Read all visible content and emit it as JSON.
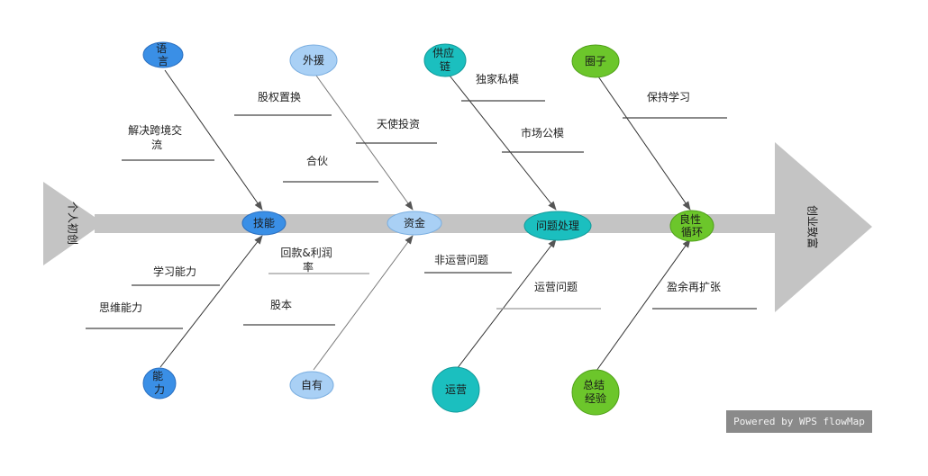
{
  "diagram": {
    "type": "fishbone",
    "colors": {
      "spine": "#c4c4c4",
      "blue": "#3a8fe6",
      "light_blue": "#a9d0f5",
      "teal": "#1bbfbf",
      "green": "#6cc62b"
    },
    "tail_label": "个人初创",
    "head_label": "创业致富",
    "spine_nodes": [
      {
        "id": "jineng",
        "label": "技能"
      },
      {
        "id": "zijin",
        "label": "资金"
      },
      {
        "id": "wenti",
        "label": "问题处理"
      },
      {
        "id": "xunhuan",
        "label": "良性循环"
      }
    ],
    "branch_nodes": [
      {
        "id": "yuyan",
        "label": "语言"
      },
      {
        "id": "nengli",
        "label": "能力"
      },
      {
        "id": "waiyuan",
        "label": "外援"
      },
      {
        "id": "ziyou",
        "label": "自有"
      },
      {
        "id": "gongying",
        "label": "供应链"
      },
      {
        "id": "yunying",
        "label": "运营"
      },
      {
        "id": "quanzi",
        "label": "圈子"
      },
      {
        "id": "zongjie",
        "label": "总结经验"
      }
    ],
    "factors": [
      {
        "id": "jiejue",
        "label": "解决跨境交流"
      },
      {
        "id": "xuexi",
        "label": "学习能力"
      },
      {
        "id": "siwei",
        "label": "思维能力"
      },
      {
        "id": "guquan",
        "label": "股权置换"
      },
      {
        "id": "tianshi",
        "label": "天使投资"
      },
      {
        "id": "hehuo",
        "label": "合伙"
      },
      {
        "id": "huikuan",
        "label": "回款&利润率"
      },
      {
        "id": "guben",
        "label": "股本"
      },
      {
        "id": "dujia",
        "label": "独家私模"
      },
      {
        "id": "shichang",
        "label": "市场公模"
      },
      {
        "id": "feiyunying",
        "label": "非运营问题"
      },
      {
        "id": "yunyingwenti",
        "label": "运营问题"
      },
      {
        "id": "baochi",
        "label": "保持学习"
      },
      {
        "id": "yingyu",
        "label": "盈余再扩张"
      }
    ]
  },
  "watermark": "Powered by WPS flowMap"
}
